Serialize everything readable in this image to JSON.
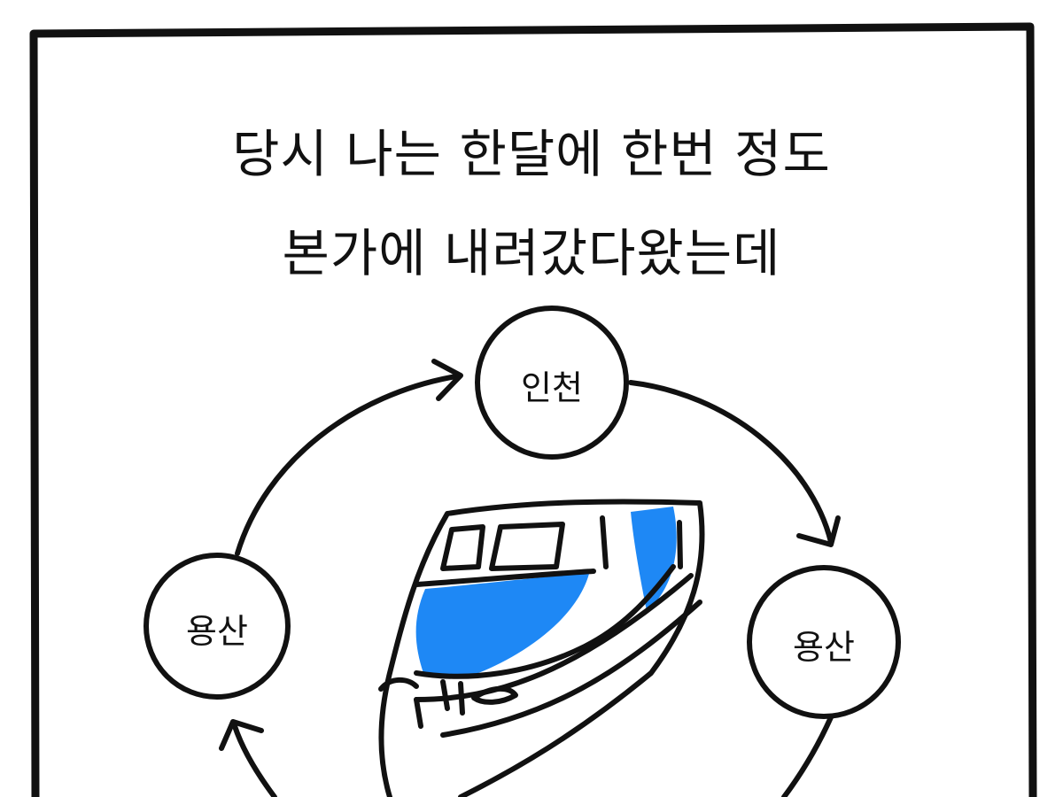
{
  "caption": {
    "line1": "당시 나는 한달에 한번 정도",
    "line2": "본가에 내려갔다왔는데"
  },
  "route": {
    "top_station": "인천",
    "right_station": "용산",
    "left_station": "용산"
  },
  "colors": {
    "ink": "#111111",
    "train_accent": "#1e88f5",
    "background": "#ffffff"
  },
  "illustration": {
    "train": "train-icon"
  }
}
